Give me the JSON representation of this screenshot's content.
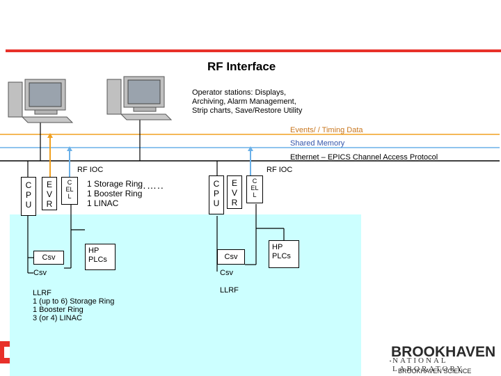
{
  "title": "RF Interface",
  "operator_stations": {
    "lines": [
      "Operator stations: Displays,",
      "Archiving, Alarm Management,",
      "Strip charts, Save/Restore Utility"
    ]
  },
  "buses": {
    "events": "Events/ / Timing Data",
    "shared_memory": "Shared Memory",
    "ethernet": "Ethernet – EPICS Channel Access Protocol"
  },
  "colors": {
    "accent_red": "#e8312a",
    "events_orange": "#f0a020",
    "shared_blue": "#6ab0e8",
    "cyan_region": "#ccffff"
  },
  "left_ioc": {
    "label": "RF IOC",
    "cpu": [
      "C",
      "P",
      "U"
    ],
    "evr": [
      "E",
      "V",
      "R"
    ],
    "cel": [
      "C",
      "EL",
      "L"
    ],
    "rings": [
      "1 Storage Ring",
      "1 Booster Ring",
      "1 LINAC"
    ],
    "dots": "……..",
    "csv1": "Csv",
    "csv2": "Csv",
    "hp_plcs": [
      "HP",
      "PLCs"
    ],
    "llrf": [
      "LLRF",
      "1 (up to 6) Storage Ring",
      "1 Booster Ring",
      "3 (or 4) LINAC"
    ]
  },
  "right_ioc": {
    "label": "RF IOC",
    "cpu": [
      "C",
      "P",
      "U"
    ],
    "evr": [
      "E",
      "V",
      "R"
    ],
    "cel": [
      "C",
      "EL",
      "L"
    ],
    "csv1": "Csv",
    "csv2": "Csv",
    "hp_plcs": [
      "HP",
      "PLCs"
    ],
    "llrf": "LLRF"
  },
  "logo": {
    "name": "BROOKHAVEN",
    "subtitle": "NATIONAL LABORATORY",
    "footer": "BROOKHAVEN SCIENCE"
  }
}
